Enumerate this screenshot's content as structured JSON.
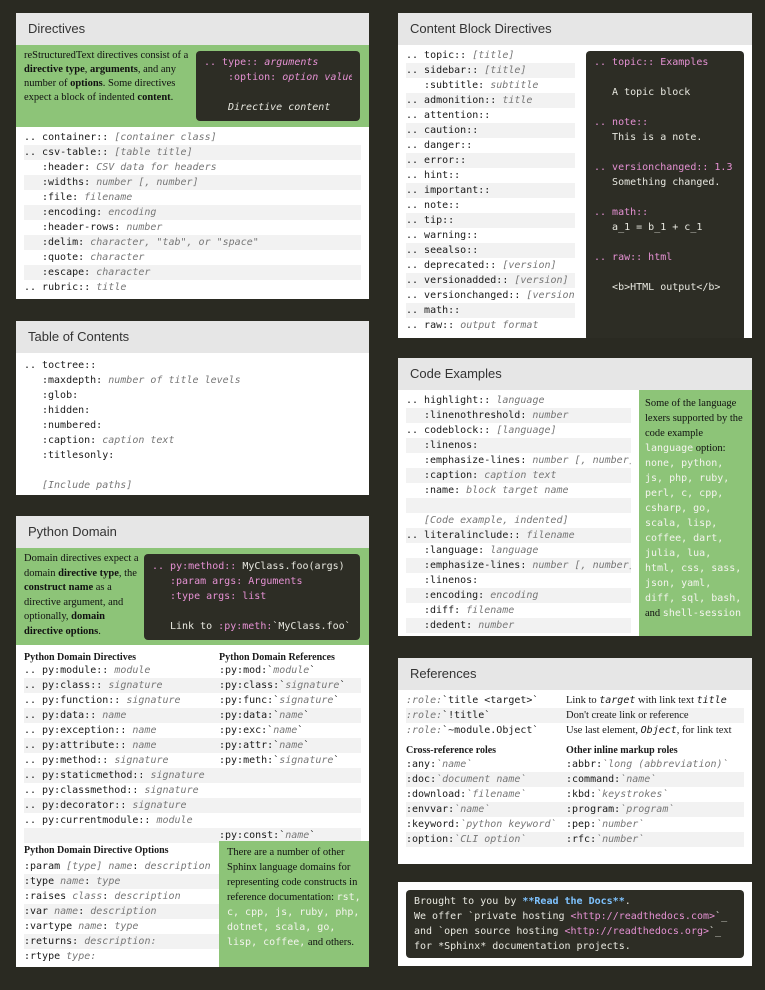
{
  "directives": {
    "title": "Directives",
    "intro": {
      "t1": "reStructuredText directives consist of a ",
      "b1": "directive type",
      "t2": ", ",
      "b2": "arguments",
      "t3": ", and any number of ",
      "b3": "options",
      "t4": ". Some directives expect a block of indented ",
      "b4": "content",
      "t5": "."
    },
    "code": {
      "l1a": ".. type:: ",
      "l1b": "arguments",
      "l2a": ":option: ",
      "l2b": "option value",
      "l3": "Directive content"
    },
    "lines": [
      {
        "k": ".. container::",
        "v": "[container class]",
        "ind": false
      },
      {
        "k": ".. csv-table::",
        "v": "[table title]",
        "ind": false
      },
      {
        "k": ":header:",
        "v": "CSV data for headers",
        "ind": true
      },
      {
        "k": ":widths:",
        "v": "number [, number]",
        "ind": true
      },
      {
        "k": ":file:",
        "v": "filename",
        "ind": true
      },
      {
        "k": ":encoding:",
        "v": "encoding",
        "ind": true
      },
      {
        "k": ":header-rows:",
        "v": "number",
        "ind": true
      },
      {
        "k": ":delim:",
        "v": "character, \"tab\", or \"space\"",
        "ind": true
      },
      {
        "k": ":quote:",
        "v": "character",
        "ind": true
      },
      {
        "k": ":escape:",
        "v": "character",
        "ind": true
      },
      {
        "k": ".. rubric::",
        "v": "title",
        "ind": false
      }
    ]
  },
  "toc": {
    "title": "Table of Contents",
    "lines": [
      {
        "k": ".. toctree::",
        "v": "",
        "ind": false
      },
      {
        "k": ":maxdepth:",
        "v": "number of title levels",
        "ind": true
      },
      {
        "k": ":glob:",
        "v": "",
        "ind": true
      },
      {
        "k": ":hidden:",
        "v": "",
        "ind": true
      },
      {
        "k": ":numbered:",
        "v": "",
        "ind": true
      },
      {
        "k": ":caption:",
        "v": "caption text",
        "ind": true
      },
      {
        "k": ":titlesonly:",
        "v": "",
        "ind": true
      },
      {
        "k": "",
        "v": "",
        "ind": true
      },
      {
        "k": "",
        "v": "[Include paths]",
        "ind": true
      }
    ]
  },
  "python": {
    "title": "Python Domain",
    "intro": {
      "t1": "Domain directives expect a domain ",
      "b1": "directive type",
      "t2": ", the ",
      "b2": "construct name",
      "t3": " as a directive argument, and optionally, ",
      "b3": "domain directive options",
      "t4": "."
    },
    "code": {
      "l1a": ".. py:method:: ",
      "l1b": "MyClass.foo(args)",
      "l2a": ":param args: ",
      "l2b": "Arguments",
      "l3a": ":type args: ",
      "l3b": "list",
      "l4a": "Link to ",
      "l4b": ":py:meth:",
      "l4c": "`MyClass.foo`."
    },
    "dir_head": "Python Domain Directives",
    "ref_head": "Python Domain References",
    "dirs": [
      {
        "k": ".. py:module::",
        "v": "module"
      },
      {
        "k": ".. py:class::",
        "v": "signature"
      },
      {
        "k": ".. py:function::",
        "v": "signature"
      },
      {
        "k": ".. py:data::",
        "v": "name"
      },
      {
        "k": ".. py:exception::",
        "v": "name"
      },
      {
        "k": ".. py:attribute::",
        "v": "name"
      },
      {
        "k": ".. py:method::",
        "v": "signature"
      },
      {
        "k": ".. py:staticmethod::",
        "v": "signature"
      },
      {
        "k": ".. py:classmethod::",
        "v": "signature"
      },
      {
        "k": ".. py:decorator::",
        "v": "signature"
      },
      {
        "k": ".. py:currentmodule::",
        "v": "module"
      },
      {
        "k": "",
        "v": ""
      }
    ],
    "refs": [
      {
        "k": ":py:mod:",
        "v": "module"
      },
      {
        "k": ":py:class:",
        "v": "signature"
      },
      {
        "k": ":py:func:",
        "v": "signature"
      },
      {
        "k": ":py:data:",
        "v": "name"
      },
      {
        "k": ":py:exc:",
        "v": "name"
      },
      {
        "k": ":py:attr:",
        "v": "name"
      },
      {
        "k": ":py:meth:",
        "v": "signature"
      },
      {
        "k": "",
        "v": ""
      },
      {
        "k": "",
        "v": ""
      },
      {
        "k": "",
        "v": ""
      },
      {
        "k": "",
        "v": ""
      },
      {
        "k": ":py:const:",
        "v": "name"
      }
    ],
    "opt_head": "Python Domain Directive Options",
    "opts": [
      {
        "k": ":param",
        "t": "[type]",
        "n": "name",
        "s": ":",
        "d": "description"
      },
      {
        "k": ":type",
        "t": "",
        "n": "name",
        "s": ":",
        "d": "type"
      },
      {
        "k": ":raises",
        "t": "",
        "n": "class",
        "s": ":",
        "d": "description"
      },
      {
        "k": ":var",
        "t": "",
        "n": "name",
        "s": ":",
        "d": "description"
      },
      {
        "k": ":vartype",
        "t": "",
        "n": "name",
        "s": ":",
        "d": "type"
      },
      {
        "k": ":returns",
        "t": "",
        "n": "",
        "s": ":",
        "d": "description:"
      },
      {
        "k": ":rtype",
        "t": "",
        "n": "",
        "s": "",
        "d": "type:"
      }
    ],
    "note": {
      "t1": "There are a number of other Sphinx language domains for representing code constructs in reference documentation: ",
      "m1": "rst, c, cpp, js, ruby, php, dotnet, scala, go, lisp, coffee,",
      "t2": " and others."
    }
  },
  "content": {
    "title": "Content Block Directives",
    "lines": [
      {
        "k": ".. topic::",
        "v": "[title]",
        "ind": false
      },
      {
        "k": ".. sidebar::",
        "v": "[title]",
        "ind": false
      },
      {
        "k": ":subtitle:",
        "v": "subtitle",
        "ind": true
      },
      {
        "k": ".. admonition::",
        "v": "title",
        "ind": false
      },
      {
        "k": ".. attention::",
        "v": "",
        "ind": false
      },
      {
        "k": ".. caution::",
        "v": "",
        "ind": false
      },
      {
        "k": ".. danger::",
        "v": "",
        "ind": false
      },
      {
        "k": ".. error::",
        "v": "",
        "ind": false
      },
      {
        "k": ".. hint::",
        "v": "",
        "ind": false
      },
      {
        "k": ".. important::",
        "v": "",
        "ind": false
      },
      {
        "k": ".. note::",
        "v": "",
        "ind": false
      },
      {
        "k": ".. tip::",
        "v": "",
        "ind": false
      },
      {
        "k": ".. warning::",
        "v": "",
        "ind": false
      },
      {
        "k": ".. seealso::",
        "v": "",
        "ind": false
      },
      {
        "k": ".. deprecated::",
        "v": "[version]",
        "ind": false
      },
      {
        "k": ".. versionadded::",
        "v": "[version]",
        "ind": false
      },
      {
        "k": ".. versionchanged::",
        "v": "[version]",
        "ind": false
      },
      {
        "k": ".. math::",
        "v": "",
        "ind": false
      },
      {
        "k": ".. raw::",
        "v": "output format",
        "ind": false
      }
    ],
    "code": [
      {
        "p": ".. topic:: Examples",
        "w": ""
      },
      {
        "p": "",
        "w": ""
      },
      {
        "p": "",
        "w": "   A topic block"
      },
      {
        "p": "",
        "w": ""
      },
      {
        "p": ".. note::",
        "w": ""
      },
      {
        "p": "",
        "w": "   This is a note."
      },
      {
        "p": "",
        "w": ""
      },
      {
        "p": ".. versionchanged:: 1.3",
        "w": ""
      },
      {
        "p": "",
        "w": "   Something changed."
      },
      {
        "p": "",
        "w": ""
      },
      {
        "p": ".. math::",
        "w": ""
      },
      {
        "p": "",
        "w": "   a_1 = b_1 + c_1"
      },
      {
        "p": "",
        "w": ""
      },
      {
        "p": ".. raw:: html",
        "w": ""
      },
      {
        "p": "",
        "w": ""
      },
      {
        "p": "",
        "w": "   <b>HTML output</b>"
      }
    ]
  },
  "codeex": {
    "title": "Code Examples",
    "lines": [
      {
        "k": ".. highlight::",
        "v": "language",
        "ind": false
      },
      {
        "k": ":linenothreshold:",
        "v": "number",
        "ind": true
      },
      {
        "k": ".. codeblock::",
        "v": "[language]",
        "ind": false
      },
      {
        "k": ":linenos:",
        "v": "",
        "ind": true
      },
      {
        "k": ":emphasize-lines:",
        "v": "number [, number]",
        "ind": true
      },
      {
        "k": ":caption:",
        "v": "caption text",
        "ind": true
      },
      {
        "k": ":name:",
        "v": "block target name",
        "ind": true
      },
      {
        "k": "",
        "v": "",
        "ind": true
      },
      {
        "k": "",
        "v": "[Code example, indented]",
        "ind": true
      },
      {
        "k": ".. literalinclude::",
        "v": "filename",
        "ind": false
      },
      {
        "k": ":language:",
        "v": "language",
        "ind": true
      },
      {
        "k": ":emphasize-lines:",
        "v": "number [, number]",
        "ind": true
      },
      {
        "k": ":linenos:",
        "v": "",
        "ind": true
      },
      {
        "k": ":encoding:",
        "v": "encoding",
        "ind": true
      },
      {
        "k": ":diff:",
        "v": "filename",
        "ind": true
      },
      {
        "k": ":dedent:",
        "v": "number",
        "ind": true
      }
    ],
    "note": {
      "t1": "Some of the language lexers supported by the code example ",
      "m1": "language",
      "t2": " option: ",
      "m2": "none, python, js, php, ruby, perl, c, cpp, csharp, go, scala, lisp, coffee, dart, julia, lua, html, css, sass, json, yaml, diff, sql, bash,",
      "t3": " and ",
      "m3": "shell-session"
    }
  },
  "refs": {
    "title": "References",
    "top": [
      {
        "a": ":role:",
        "b": "`title <target>`",
        "d1": "Link to ",
        "d2": "target",
        "d3": " with link text ",
        "d4": "title",
        "d5": ""
      },
      {
        "a": ":role:",
        "b": "`!title`",
        "d1": "Don't create link or reference",
        "d2": "",
        "d3": "",
        "d4": "",
        "d5": ""
      },
      {
        "a": ":role:",
        "b": "`~module.Object`",
        "d1": "Use last element, ",
        "d2": "Object",
        "d3": ", for link text",
        "d4": "",
        "d5": ""
      }
    ],
    "xhead": "Cross-reference roles",
    "ohead": "Other inline markup roles",
    "xroles": [
      {
        "k": ":any:",
        "v": "`name`"
      },
      {
        "k": ":doc:",
        "v": "`document name`"
      },
      {
        "k": ":download:",
        "v": "`filename`"
      },
      {
        "k": ":envvar:",
        "v": "`name`"
      },
      {
        "k": ":keyword:",
        "v": "`python keyword`"
      },
      {
        "k": ":option:",
        "v": "`CLI option`"
      }
    ],
    "oroles": [
      {
        "k": ":abbr:",
        "v": "`long (abbreviation)`"
      },
      {
        "k": ":command:",
        "v": "`name`"
      },
      {
        "k": ":kbd:",
        "v": "`keystrokes`"
      },
      {
        "k": ":program:",
        "v": "`program`"
      },
      {
        "k": ":pep:",
        "v": "`number`"
      },
      {
        "k": ":rfc:",
        "v": "`number`"
      }
    ]
  },
  "footer": {
    "l1a": "Brought to you by ",
    "l1b": "**Read the Docs**",
    "l1c": ".",
    "l2a": "We offer `private hosting ",
    "l2b": "<http://readthedocs.com>",
    "l2c": "`_",
    "l3a": "and `open source hosting ",
    "l3b": "<http://readthedocs.org>",
    "l3c": "`_",
    "l4": "for *Sphinx* documentation projects."
  }
}
